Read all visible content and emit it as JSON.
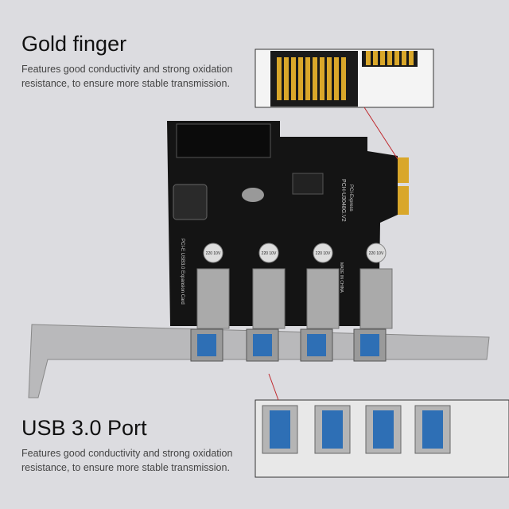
{
  "sections": [
    {
      "title": "Gold finger",
      "description": "Features good conductivity and strong oxidation resistance, to ensure more stable transmission."
    },
    {
      "title": "USB 3.0 Port",
      "description": "Features good conductivity and strong oxidation resistance, to ensure more stable transmission."
    }
  ],
  "board_labels": {
    "model": "PCH-U3048G.V2",
    "bus": "PCI-Express",
    "card": "PCI-E USB3.0 Expansion Card",
    "origin": "MADE IN CHINA",
    "capacitor": "220 10V"
  },
  "colors": {
    "background": "#dcdce0",
    "pcb": "#141414",
    "gold": "#d9a72a",
    "usb_blue": "#2e6fb5",
    "bracket": "#b9b9bb",
    "callout_line": "#c0282d"
  }
}
